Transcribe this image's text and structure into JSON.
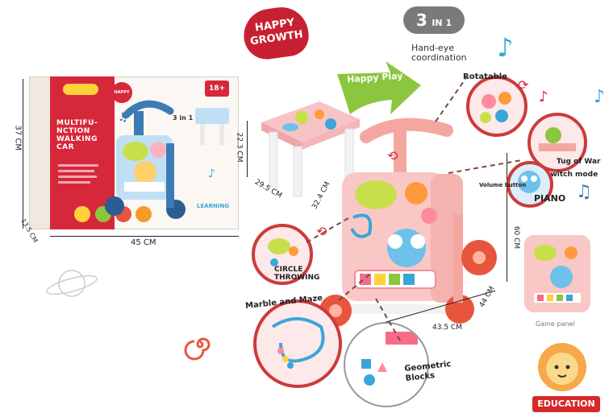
{
  "badges": {
    "happy_growth_line1": "HAPPY",
    "happy_growth_line2": "GROWTH",
    "three_in_one_num": "3",
    "three_in_one_word": "IN 1",
    "hand_eye_line1": "Hand-eye",
    "hand_eye_line2": "coordination",
    "happy_play": "Happy Play"
  },
  "box": {
    "title_line1": "MULTIFU-",
    "title_line2": "NCTION",
    "title_line3": "WALKING",
    "title_line4": "CAR",
    "badge": "HAPPY PLAY",
    "age": "18+",
    "three_in_one": "3 in 1",
    "learning": "LEARNING",
    "dim_height": "37 CM",
    "dim_depth": "13.5 CM",
    "dim_width": "45 CM"
  },
  "table": {
    "dim_height": "22.3 CM",
    "dim_depth": "29.5 CM",
    "dim_width": "32.4 CM"
  },
  "walker": {
    "dim_height": "60 CM",
    "dim_depth": "44 CM",
    "dim_width": "43.5 CM"
  },
  "features": {
    "rotatable": "Rotatable",
    "tug_of_war": "Tug of War",
    "switch_mode": "Switch mode",
    "volume_button": "Volume button",
    "piano": "PIANO",
    "circle_throwing_line1": "CIRCLE",
    "circle_throwing_line2": "THROWING",
    "marble_and_maze": "Marble and Maze",
    "geometric_line1": "Geometric",
    "geometric_line2": "Blocks",
    "game_panel": "Game panel"
  },
  "footer": {
    "education": "EDUCATION"
  },
  "colors": {
    "brand_red": "#d7273b",
    "walker_pink": "#f4a7a0",
    "arrow_green": "#8cc63f",
    "music_blue": "#3aa6d8"
  }
}
